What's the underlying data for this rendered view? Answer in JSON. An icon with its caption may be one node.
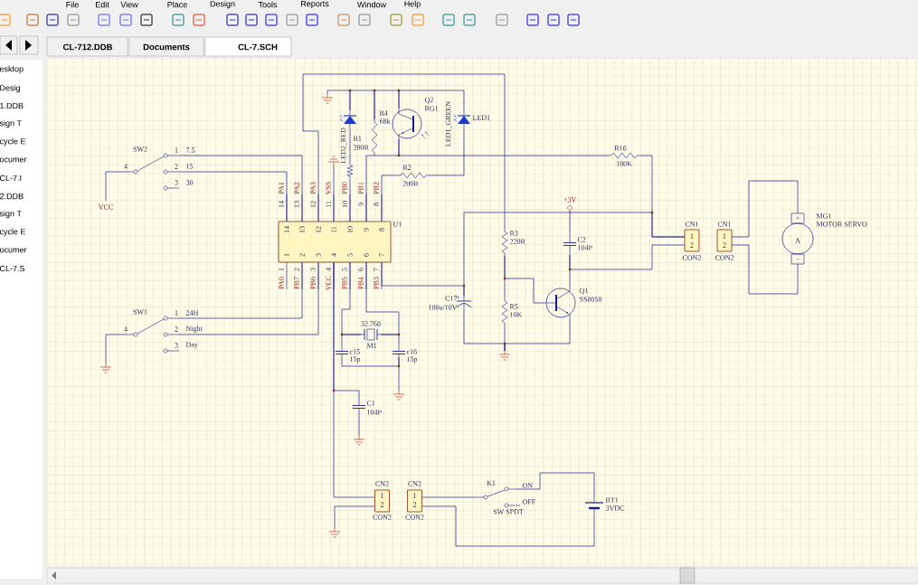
{
  "diagram": {
    "nodes": [
      {
        "text": [
          "U1"
        ]
      },
      {
        "text": [
          "SW2"
        ]
      },
      {
        "text": [
          "SW1"
        ]
      },
      {
        "text": [
          "VCC"
        ]
      },
      {
        "text": [],
        "shape": "ground"
      },
      {
        "text": [],
        "shape": "ground"
      },
      {
        "text": [
          "LED2_RED"
        ]
      },
      {
        "text": [
          "R4",
          "68k"
        ]
      },
      {
        "text": [
          "Q2",
          "RG1"
        ]
      },
      {
        "text": [
          "LED1",
          "LED1_GREEN"
        ]
      },
      {
        "text": [
          "R1",
          "200R"
        ]
      },
      {
        "text": [
          "R2",
          "200R"
        ]
      },
      {
        "text": [
          "R16",
          "180K"
        ]
      },
      {
        "text": [],
        "shape": "ground"
      },
      {
        "text": [
          "R3",
          "220R"
        ]
      },
      {
        "text": [
          "+3V"
        ]
      },
      {
        "text": [
          "C2",
          "104P"
        ]
      },
      {
        "text": [
          "C17",
          "100u/10V"
        ]
      },
      {
        "text": [
          "R5",
          "10K"
        ]
      },
      {
        "text": [
          "Q1",
          "SS8050"
        ]
      },
      {
        "text": [],
        "shape": "ground"
      },
      {
        "text": [
          "CN1",
          "1",
          "2",
          "CON2"
        ]
      },
      {
        "text": [
          "CN1",
          "1",
          "2",
          "CON2"
        ]
      },
      {
        "text": [
          "MG1",
          "MOTOR SERVO",
          "+",
          "A",
          "-"
        ]
      },
      {
        "text": [
          "32.768",
          "M1"
        ]
      },
      {
        "text": [
          "c15",
          "15p"
        ]
      },
      {
        "text": [
          "c16",
          "15p"
        ]
      },
      {
        "text": [],
        "shape": "ground"
      },
      {
        "text": [
          "C1",
          "104P"
        ]
      },
      {
        "text": [],
        "shape": "ground"
      },
      {
        "text": [
          "CN2",
          "1",
          "2",
          "CON2"
        ]
      },
      {
        "text": [
          "CN2",
          "1",
          "2",
          "CON2"
        ]
      },
      {
        "text": [],
        "shape": "ground"
      },
      {
        "text": [
          "K1",
          "SW SPDT"
        ]
      },
      {
        "text": [
          "BT1",
          "3VDC"
        ]
      }
    ],
    "edges": [
      {
        "from": 1,
        "to": 0,
        "arrow": "none"
      },
      {
        "from": 1,
        "to": 0,
        "arrow": "none"
      },
      {
        "from": 1,
        "to": 3,
        "arrow": "none"
      },
      {
        "from": 2,
        "to": 0,
        "arrow": "none"
      },
      {
        "from": 2,
        "to": 0,
        "arrow": "none"
      },
      {
        "from": 2,
        "to": 4,
        "arrow": "none"
      },
      {
        "from": 5,
        "to": 6,
        "arrow": "none"
      },
      {
        "from": 6,
        "to": 7,
        "arrow": "none"
      },
      {
        "from": 7,
        "to": 8,
        "arrow": "none"
      },
      {
        "from": 8,
        "to": 9,
        "arrow": "none"
      },
      {
        "from": 6,
        "to": 10,
        "arrow": "none"
      },
      {
        "from": 10,
        "to": 0,
        "arrow": "none"
      },
      {
        "from": 13,
        "to": 0,
        "arrow": "none"
      },
      {
        "from": 0,
        "to": 7,
        "arrow": "none"
      },
      {
        "from": 8,
        "to": 12,
        "arrow": "none"
      },
      {
        "from": 0,
        "to": 11,
        "arrow": "none"
      },
      {
        "from": 11,
        "to": 9,
        "arrow": "none"
      },
      {
        "from": 0,
        "to": 14,
        "arrow": "none"
      },
      {
        "from": 12,
        "to": 21,
        "arrow": "none"
      },
      {
        "from": 15,
        "to": 17,
        "arrow": "none"
      },
      {
        "from": 15,
        "to": 16,
        "arrow": "none"
      },
      {
        "from": 15,
        "to": 21,
        "arrow": "none"
      },
      {
        "from": 16,
        "to": 21,
        "arrow": "none"
      },
      {
        "from": 19,
        "to": 16,
        "arrow": "none"
      },
      {
        "from": 0,
        "to": 17,
        "arrow": "none"
      },
      {
        "from": 14,
        "to": 18,
        "arrow": "none"
      },
      {
        "from": 14,
        "to": 19,
        "arrow": "none"
      },
      {
        "from": 18,
        "to": 20,
        "arrow": "none"
      },
      {
        "from": 17,
        "to": 20,
        "arrow": "none"
      },
      {
        "from": 19,
        "to": 20,
        "arrow": "none"
      },
      {
        "from": 22,
        "to": 23,
        "arrow": "none"
      },
      {
        "from": 22,
        "to": 23,
        "arrow": "none"
      },
      {
        "from": 0,
        "to": 24,
        "arrow": "none"
      },
      {
        "from": 0,
        "to": 24,
        "arrow": "none"
      },
      {
        "from": 24,
        "to": 25,
        "arrow": "none"
      },
      {
        "from": 24,
        "to": 26,
        "arrow": "none"
      },
      {
        "from": 25,
        "to": 26,
        "arrow": "none"
      },
      {
        "from": 26,
        "to": 27,
        "arrow": "none"
      },
      {
        "from": 0,
        "to": 30,
        "arrow": "none"
      },
      {
        "from": 0,
        "to": 28,
        "arrow": "none"
      },
      {
        "from": 28,
        "to": 29,
        "arrow": "none"
      },
      {
        "from": 30,
        "to": 32,
        "arrow": "none"
      },
      {
        "from": 31,
        "to": 33,
        "arrow": "none"
      },
      {
        "from": 31,
        "to": 34,
        "arrow": "none"
      },
      {
        "from": 33,
        "to": 34,
        "arrow": "none"
      },
      {
        "from": 7,
        "to": 8,
        "arrow": "none"
      }
    ],
    "labels": [
      "File",
      "Edit",
      "View",
      "Place",
      "Design",
      "Tools",
      "Reports",
      "Window",
      "Help",
      "CL-712.DDB",
      "Documents",
      "CL-7.SCH",
      "esktop",
      "Desig",
      "1.DDB",
      "sign T",
      "cycle E",
      "ocumer",
      "CL-7.I",
      "2.DDB",
      "sign T",
      "cycle E",
      "ocumer",
      "CL-7.S",
      "1",
      "7.5",
      "2",
      "15",
      "3",
      "30",
      "4",
      "1",
      "24H",
      "2",
      "Night",
      "3",
      "Day",
      "4",
      "PA1",
      "14",
      "PA2",
      "13",
      "PA3",
      "12",
      "VSS",
      "11",
      "PB0",
      "10",
      "PB1",
      "9",
      "PB2",
      "8",
      "14",
      "13",
      "12",
      "11",
      "10",
      "9",
      "8",
      "1",
      "2",
      "3",
      "4",
      "5",
      "6",
      "7",
      "PA0",
      "1",
      "PB7",
      "2",
      "PB6",
      "3",
      "VCC",
      "4",
      "PB5",
      "5",
      "PB4",
      "6",
      "PB3",
      "7",
      "ON",
      "OFF"
    ]
  }
}
